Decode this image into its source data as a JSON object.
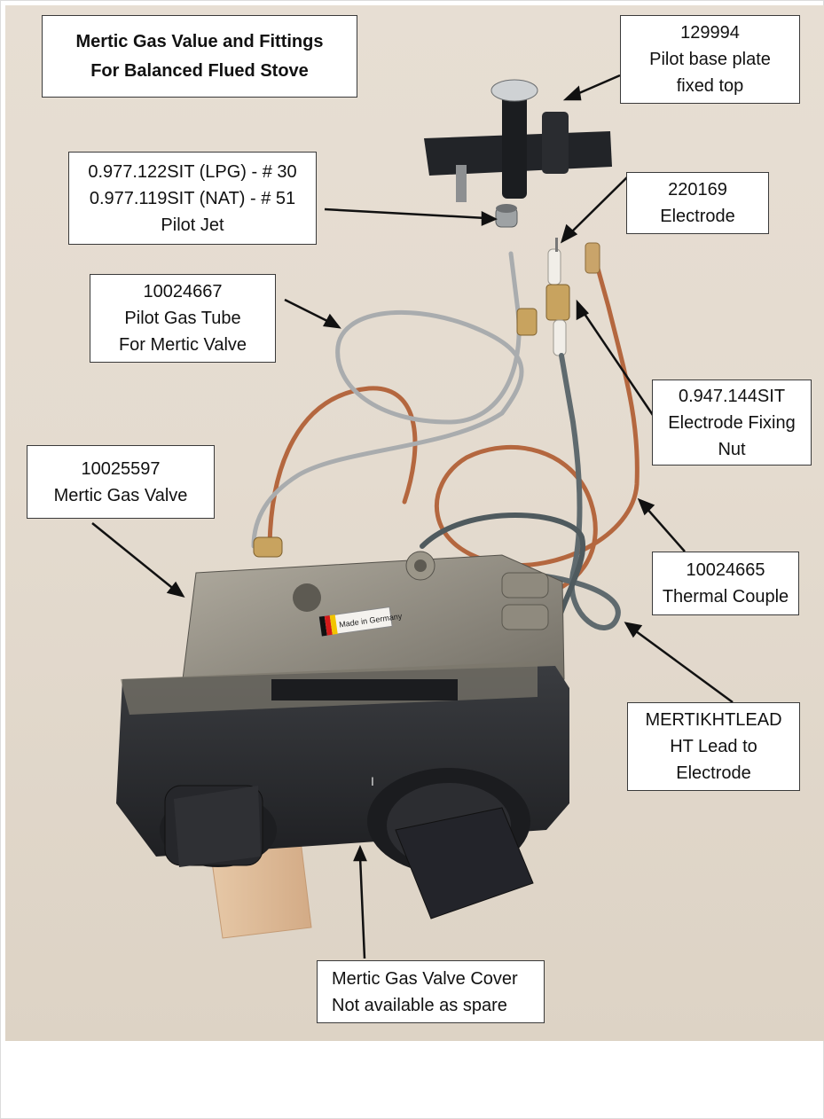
{
  "title": {
    "line1": "Mertic Gas Value and Fittings",
    "line2": "For Balanced Flued Stove"
  },
  "callouts": {
    "pilot_base_plate": {
      "code": "129994",
      "line2": "Pilot base plate",
      "line3": "fixed top"
    },
    "pilot_jet": {
      "line1": "0.977.122SIT (LPG) - # 30",
      "line2": "0.977.119SIT (NAT) - # 51",
      "line3": "Pilot Jet"
    },
    "electrode": {
      "code": "220169",
      "line2": "Electrode"
    },
    "pilot_gas_tube": {
      "code": "10024667",
      "line2": "Pilot Gas Tube",
      "line3": "For Mertic Valve"
    },
    "electrode_fixing_nut": {
      "code": "0.947.144SIT",
      "line2": "Electrode Fixing",
      "line3": "Nut"
    },
    "gas_valve": {
      "code": "10025597",
      "line2": "Mertic Gas Valve"
    },
    "thermal_couple": {
      "code": "10024665",
      "line2": "Thermal Couple"
    },
    "ht_lead": {
      "code": "MERTIKHTLEAD",
      "line2": "HT Lead to",
      "line3": "Electrode"
    },
    "valve_cover": {
      "line1": "Mertic Gas Valve Cover",
      "line2": "Not available as spare"
    }
  },
  "product_sticker": "Made in Germany",
  "colors": {
    "background": "#e5dcd0",
    "valve_body": "#8a8579",
    "cover": "#2b2d30",
    "copper": "#b4673f",
    "steel_tube": "#a9acae",
    "lead": "#5f6a6e"
  }
}
